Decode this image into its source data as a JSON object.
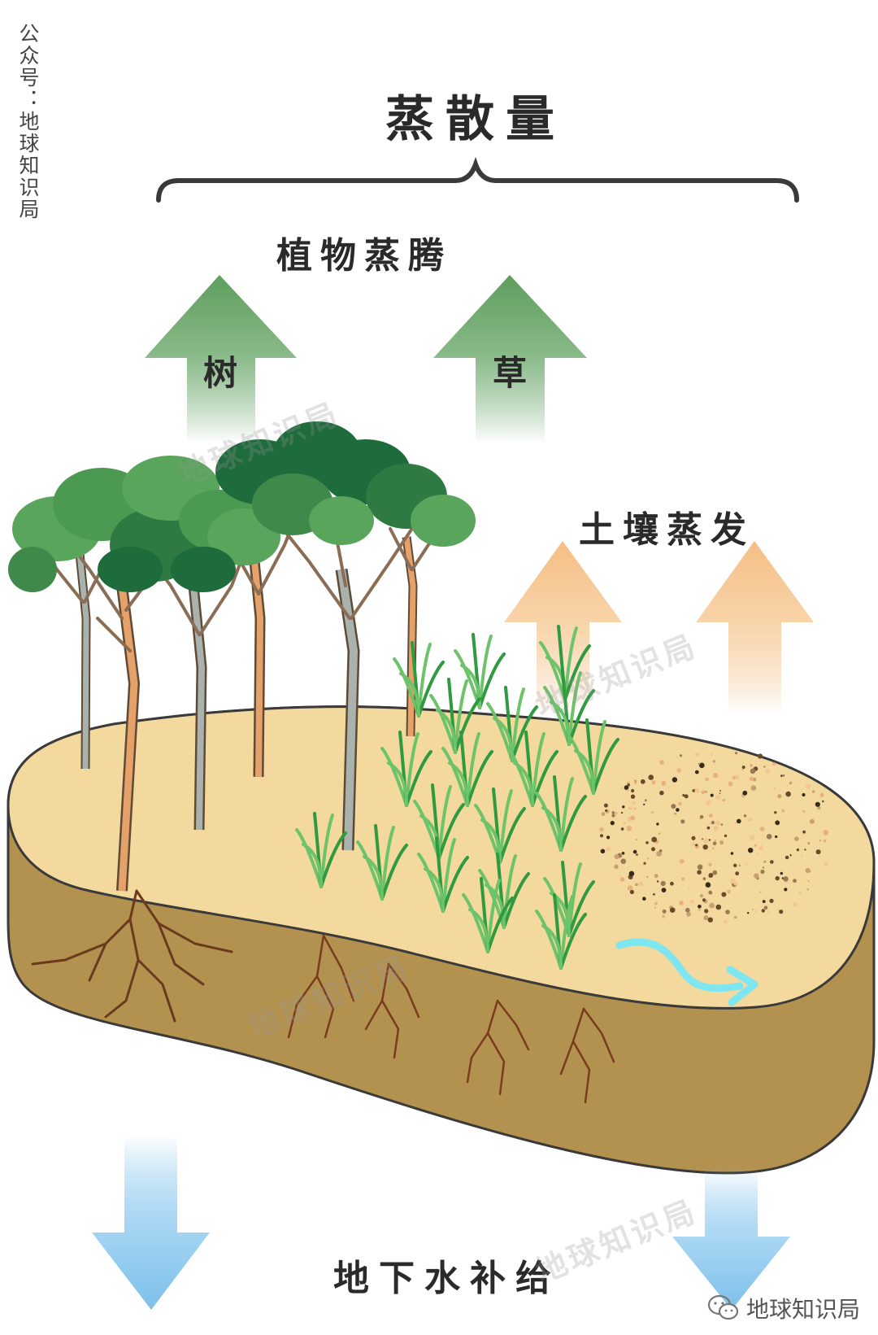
{
  "title": "蒸散量",
  "side_label": "公众号：地球知识局",
  "transpiration": {
    "label": "植物蒸腾",
    "tree": "树",
    "grass": "草"
  },
  "soil_evaporation": "土壤蒸发",
  "groundwater": "地下水补给",
  "watermark": "地球知识局",
  "logo": {
    "text": "地球知识局",
    "icon": "wechat-icon"
  },
  "colors": {
    "green_arrow": "#5e9e5e",
    "orange_arrow": "#f5be85",
    "blue_arrow": "#7ec0ea",
    "soil_top": "#f3d99e",
    "soil_side": "#b3924f",
    "runoff": "#7ee6f0",
    "root": "#7a3b1e",
    "leaf_light": "#58a55b",
    "leaf_dark": "#1e6b3c"
  }
}
